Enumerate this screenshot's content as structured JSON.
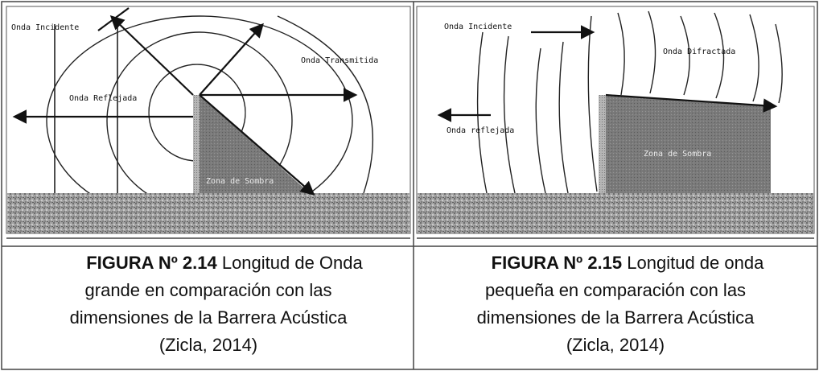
{
  "figure_left": {
    "labels": {
      "incident": "Onda Incidente",
      "transmitted": "Onda Transmitida",
      "reflected": "Onda Reflejada",
      "shadow": "Zona de Sombra"
    },
    "caption": {
      "bold": "FIGURA Nº 2.14",
      "line1": "Longitud de Onda",
      "line2": "grande en comparación con las",
      "line3": "dimensiones de la Barrera Acústica",
      "line4": "(Zicla, 2014)"
    }
  },
  "figure_right": {
    "labels": {
      "incident": "Onda Incidente",
      "diffracted": "Onda Difractada",
      "reflected": "Onda reflejada",
      "shadow": "Zona de Sombra"
    },
    "caption": {
      "bold": "FIGURA Nº 2.15",
      "line1": "Longitud de onda",
      "line2": "pequeña en comparación con las",
      "line3": "dimensiones de la Barrera Acústica",
      "line4": "(Zicla, 2014)"
    }
  },
  "colors": {
    "shadow_zone": "#7a7a7a",
    "ground": "#9a9a9a",
    "border": "#444444"
  }
}
